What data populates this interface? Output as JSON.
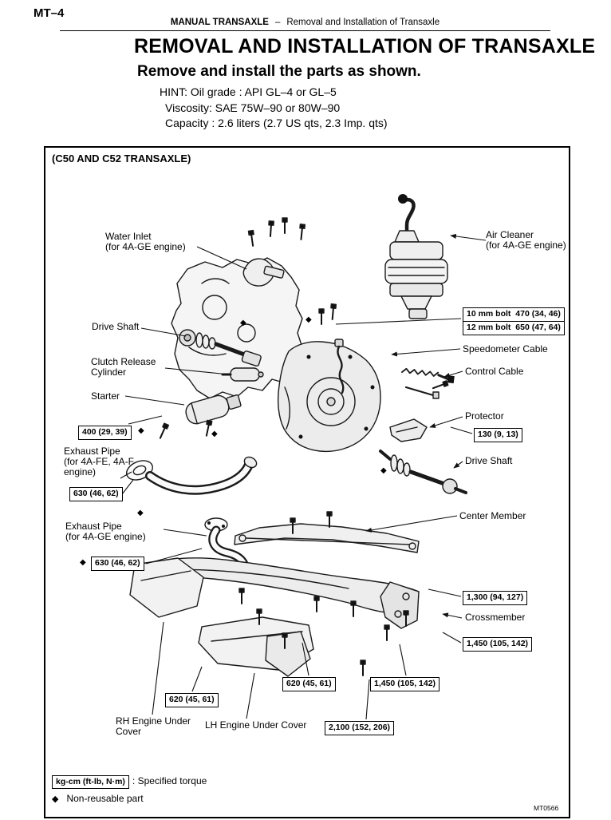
{
  "page": {
    "page_number": "MT–4",
    "running_header": {
      "section": "MANUAL TRANSAXLE",
      "separator": "–",
      "topic": "Removal and Installation of Transaxle"
    },
    "title": "REMOVAL AND INSTALLATION OF TRANSAXLE",
    "instruction": "Remove and install the parts as shown.",
    "hint_lines": [
      "HINT: Oil grade : API GL–4 or GL–5",
      "Viscosity: SAE 75W–90 or 80W–90",
      "Capacity : 2.6 liters (2.7 US qts, 2.3 Imp. qts)"
    ]
  },
  "diagram": {
    "variant_label": "(C50 AND C52 TRANSAXLE)",
    "figure_code": "MT0566",
    "part_labels": [
      {
        "id": "water-inlet",
        "text": "Water Inlet\n(for 4A-GE engine)"
      },
      {
        "id": "air-cleaner",
        "text": "Air Cleaner\n(for 4A-GE engine)"
      },
      {
        "id": "drive-shaft-left",
        "text": "Drive Shaft"
      },
      {
        "id": "clutch-release-cylinder",
        "text": "Clutch Release\nCylinder"
      },
      {
        "id": "starter",
        "text": "Starter"
      },
      {
        "id": "speedometer-cable",
        "text": "Speedometer Cable"
      },
      {
        "id": "control-cable",
        "text": "Control Cable"
      },
      {
        "id": "protector",
        "text": "Protector"
      },
      {
        "id": "drive-shaft-right",
        "text": "Drive Shaft"
      },
      {
        "id": "exhaust-pipe-fe",
        "text": "Exhaust Pipe\n(for 4A-FE, 4A-F\nengine)"
      },
      {
        "id": "exhaust-pipe-ge",
        "text": "Exhaust Pipe\n(for 4A-GE engine)"
      },
      {
        "id": "center-member",
        "text": "Center Member"
      },
      {
        "id": "crossmember",
        "text": "Crossmember"
      },
      {
        "id": "rh-engine-under-cover",
        "text": "RH Engine Under\nCover"
      },
      {
        "id": "lh-engine-under-cover",
        "text": "LH Engine Under Cover"
      }
    ],
    "torque_specs": [
      {
        "id": "bolt-10mm",
        "text": "10 mm bolt  470 (34, 46)"
      },
      {
        "id": "bolt-12mm",
        "text": "12 mm bolt  650 (47, 64)"
      },
      {
        "id": "torque-400",
        "text": "400 (29, 39)"
      },
      {
        "id": "torque-130",
        "text": "130 (9, 13)"
      },
      {
        "id": "torque-630-a",
        "text": "630 (46, 62)"
      },
      {
        "id": "torque-630-b",
        "text": "630 (46, 62)"
      },
      {
        "id": "torque-1300",
        "text": "1,300 (94, 127)"
      },
      {
        "id": "torque-1450-a",
        "text": "1,450 (105, 142)"
      },
      {
        "id": "torque-620-a",
        "text": "620 (45, 61)"
      },
      {
        "id": "torque-1450-b",
        "text": "1,450 (105, 142)"
      },
      {
        "id": "torque-620-b",
        "text": "620 (45, 61)"
      },
      {
        "id": "torque-2100",
        "text": "2,100 (152, 206)"
      }
    ],
    "legend": {
      "torque_unit_box": "kg-cm (ft-lb, N·m)",
      "torque_meaning": ": Specified torque",
      "diamond_symbol": "◆",
      "diamond_meaning": "Non-reusable part"
    }
  }
}
